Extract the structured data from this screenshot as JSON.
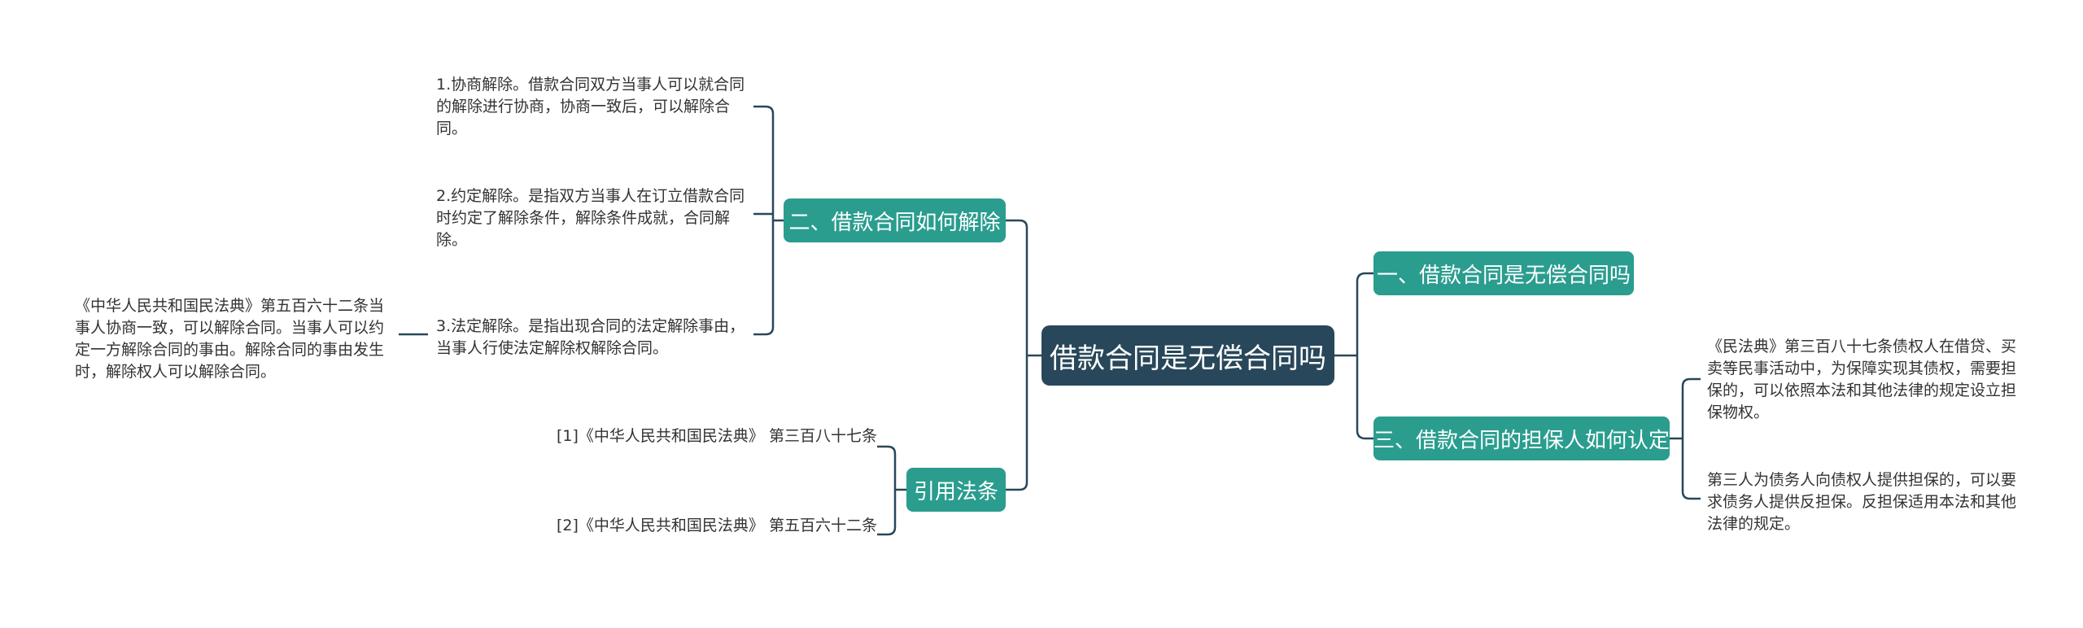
{
  "root": {
    "label": "借款合同是无偿合同吗"
  },
  "branches": {
    "b1": {
      "label": "一、借款合同是无偿合同吗"
    },
    "b2": {
      "label": "二、借款合同如何解除",
      "items": [
        "1.协商解除。借款合同双方当事人可以就合同的解除进行协商，协商一致后，可以解除合同。",
        "2.约定解除。是指双方当事人在订立借款合同时约定了解除条件，解除条件成就，合同解除。",
        "3.法定解除。是指出现合同的法定解除事由，当事人行使法定解除权解除合同。"
      ],
      "sub": "《中华人民共和国民法典》第五百六十二条当事人协商一致，可以解除合同。当事人可以约定一方解除合同的事由。解除合同的事由发生时，解除权人可以解除合同。"
    },
    "b3": {
      "label": "三、借款合同的担保人如何认定",
      "items": [
        "《民法典》第三百八十七条债权人在借贷、买卖等民事活动中，为保障实现其债权，需要担保的，可以依照本法和其他法律的规定设立担保物权。",
        "第三人为债务人向债权人提供担保的，可以要求债务人提供反担保。反担保适用本法和其他法律的规定。"
      ]
    },
    "b4": {
      "label": "引用法条",
      "items": [
        "[1]《中华人民共和国民法典》 第三百八十七条",
        "[2]《中华人民共和国民法典》 第五百六十二条"
      ]
    }
  }
}
